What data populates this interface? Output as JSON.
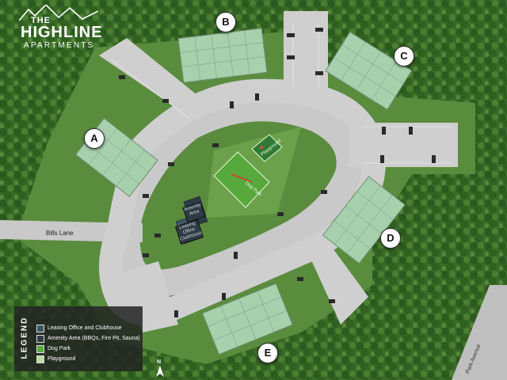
{
  "logo": {
    "line1": "THE",
    "line2": "HIGHLINE",
    "line3": "APARTMENTS"
  },
  "buildings": [
    {
      "letter": "A"
    },
    {
      "letter": "B"
    },
    {
      "letter": "C"
    },
    {
      "letter": "D"
    },
    {
      "letter": "E"
    }
  ],
  "roads": {
    "bills_lane": "Bills Lane",
    "park_avenue": "Park Avenue"
  },
  "amenities": {
    "amenity_area": "Amenity Area",
    "leasing_office": "Leasing Office Clubhouse",
    "dog_park": "Dog Park",
    "playground": "Playground"
  },
  "legend": {
    "title": "LEGEND",
    "items": [
      {
        "label": "Leasing Office and Clubhouse",
        "color": "#3c5566"
      },
      {
        "label": "Amenity Area (BBQs, Fire Pit, Sauna)",
        "color": "#2d3c47"
      },
      {
        "label": "Dog Park",
        "color": "#58a93b"
      },
      {
        "label": "Playground",
        "color": "#b9dd9a"
      }
    ]
  },
  "north_arrow": {
    "label": "N"
  },
  "colors": {
    "grass": "#4b7a32",
    "trees": "#2d5a1f",
    "asphalt": "#c9c9c9",
    "building_roof": "#98c39f",
    "dog_park": "#58a93b",
    "playground": "#2e7a33"
  }
}
